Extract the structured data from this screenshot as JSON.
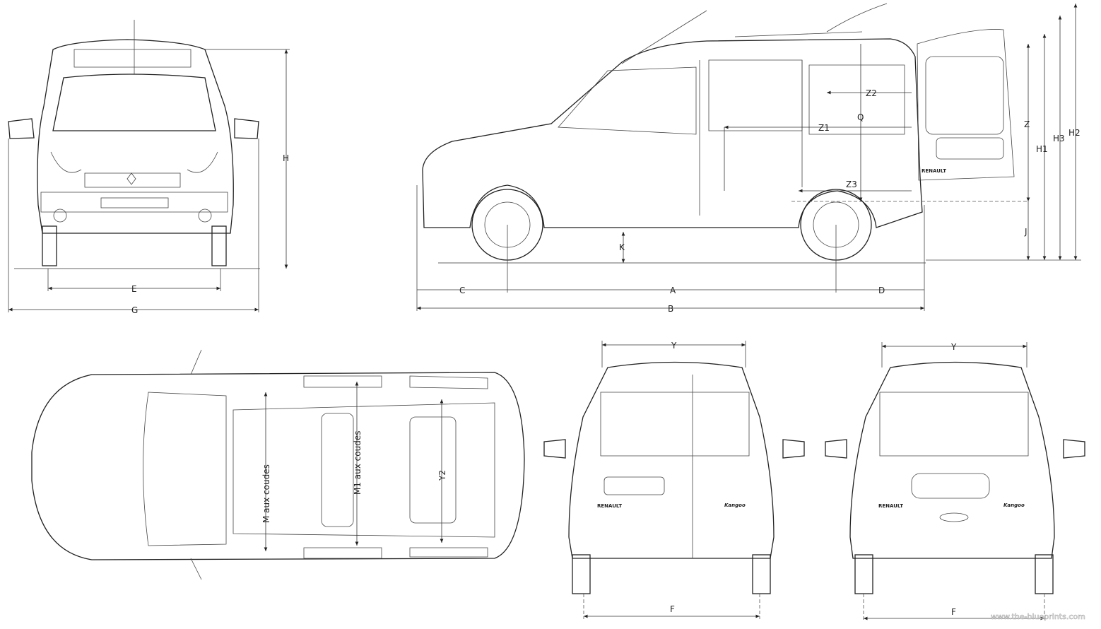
{
  "title": "Renault Kangoo blueprint",
  "front_view": {
    "labels": {
      "width_wheels": "E",
      "width_total": "G",
      "height": "H"
    }
  },
  "side_view": {
    "labels": {
      "front_overhang": "C",
      "wheelbase": "A",
      "rear_overhang": "D",
      "length": "B",
      "ground_clearance": "K",
      "sill_height": "J",
      "interior_height": "Q",
      "z": "Z",
      "z1": "Z1",
      "z2": "Z2",
      "z3": "Z3",
      "h1": "H1",
      "h3": "H3",
      "h2": "H2"
    },
    "badge": "RENAULT"
  },
  "top_view": {
    "labels": {
      "m": "M aux coudes",
      "m1": "M1 aux coudes",
      "y2": "Y2"
    }
  },
  "rear_view_doors": {
    "labels": {
      "y": "Y",
      "f": "F"
    },
    "badge_left": "RENAULT",
    "badge_right": "Kangoo"
  },
  "rear_view_hatch": {
    "labels": {
      "y": "Y",
      "f": "F"
    },
    "badge_left": "RENAULT",
    "badge_right": "Kangoo"
  },
  "watermark": "www.the-blueprints.com"
}
